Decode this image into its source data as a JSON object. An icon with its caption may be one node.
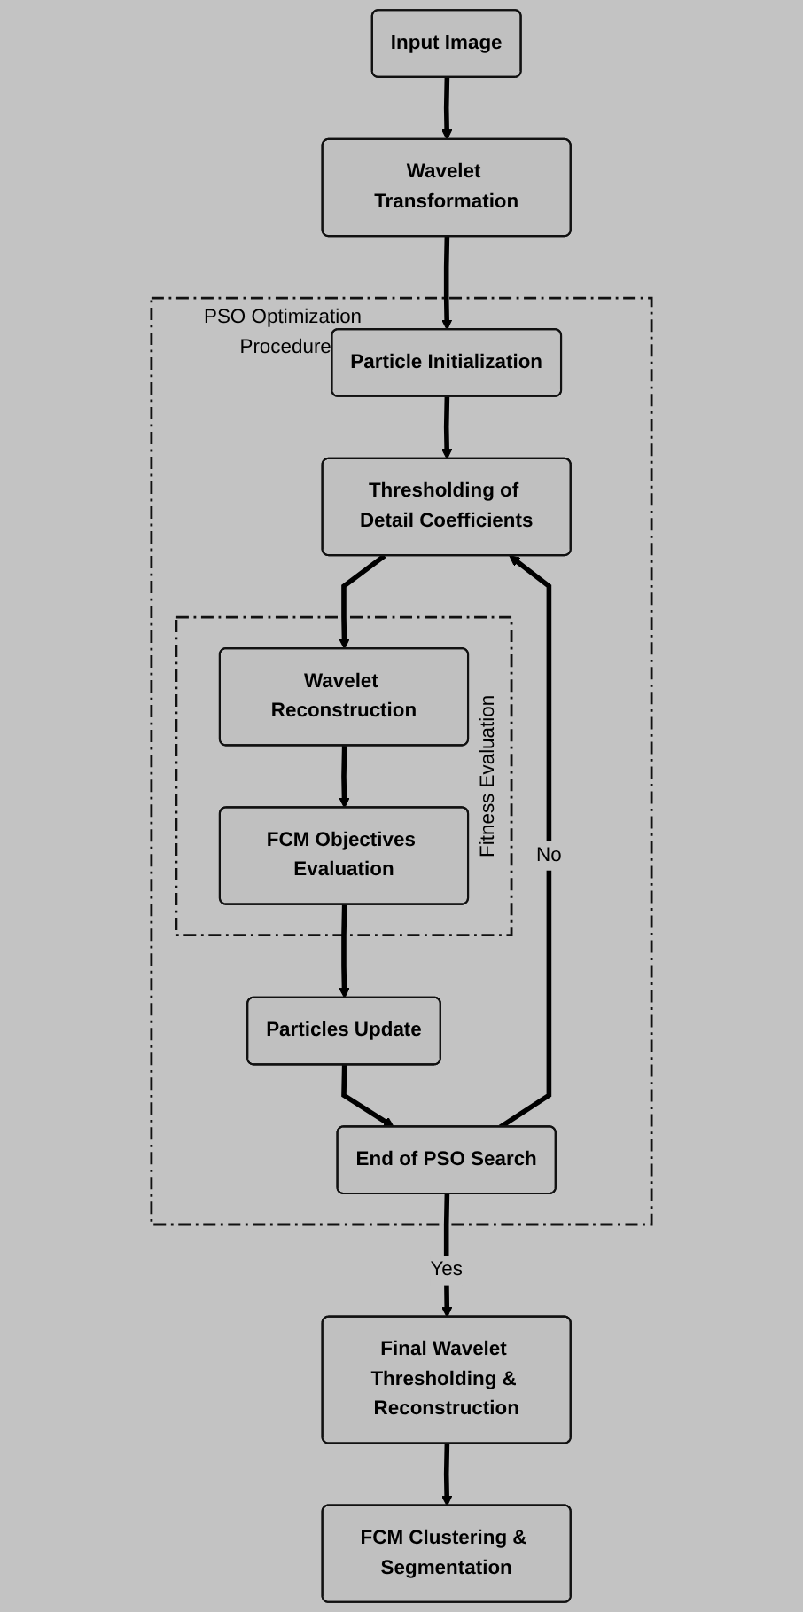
{
  "diagram": {
    "nodes": [
      {
        "text": [
          "Input Image"
        ]
      },
      {
        "text": [
          "Wavelet Transformation"
        ]
      },
      {
        "text": [
          "PSO Optimization Procedure"
        ]
      },
      {
        "text": [
          "Particle Initialization"
        ],
        "in": 2
      },
      {
        "text": [
          "Thresholding of Detail Coefficients"
        ],
        "in": 2
      },
      {
        "text": [
          "Fitness Evaluation"
        ],
        "in": 2
      },
      {
        "text": [
          "Wavelet Reconstruction"
        ],
        "in": 5
      },
      {
        "text": [
          "FCM Objectives Evaluation"
        ],
        "in": 5
      },
      {
        "text": [
          "Particles Update"
        ],
        "in": 2
      },
      {
        "text": [
          "End of PSO Search"
        ],
        "in": 2
      },
      {
        "text": [
          "Final Wavelet Thresholding & Reconstruction"
        ]
      },
      {
        "text": [
          "FCM Clustering & Segmentation"
        ]
      }
    ],
    "edges": [
      {
        "from": 0,
        "to": 1,
        "arrow": "to"
      },
      {
        "from": 1,
        "to": 3,
        "arrow": "to"
      },
      {
        "from": 3,
        "to": 4,
        "arrow": "to"
      },
      {
        "from": 4,
        "to": 6,
        "arrow": "to"
      },
      {
        "from": 6,
        "to": 7,
        "arrow": "to"
      },
      {
        "from": 7,
        "to": 8,
        "arrow": "to"
      },
      {
        "from": 8,
        "to": 9,
        "arrow": "to"
      },
      {
        "from": 9,
        "to": 10,
        "label": "Yes",
        "arrow": "to"
      },
      {
        "from": 10,
        "to": 11,
        "arrow": "to"
      },
      {
        "from": 9,
        "to": 4,
        "label": "No",
        "arrow": "to"
      }
    ]
  }
}
